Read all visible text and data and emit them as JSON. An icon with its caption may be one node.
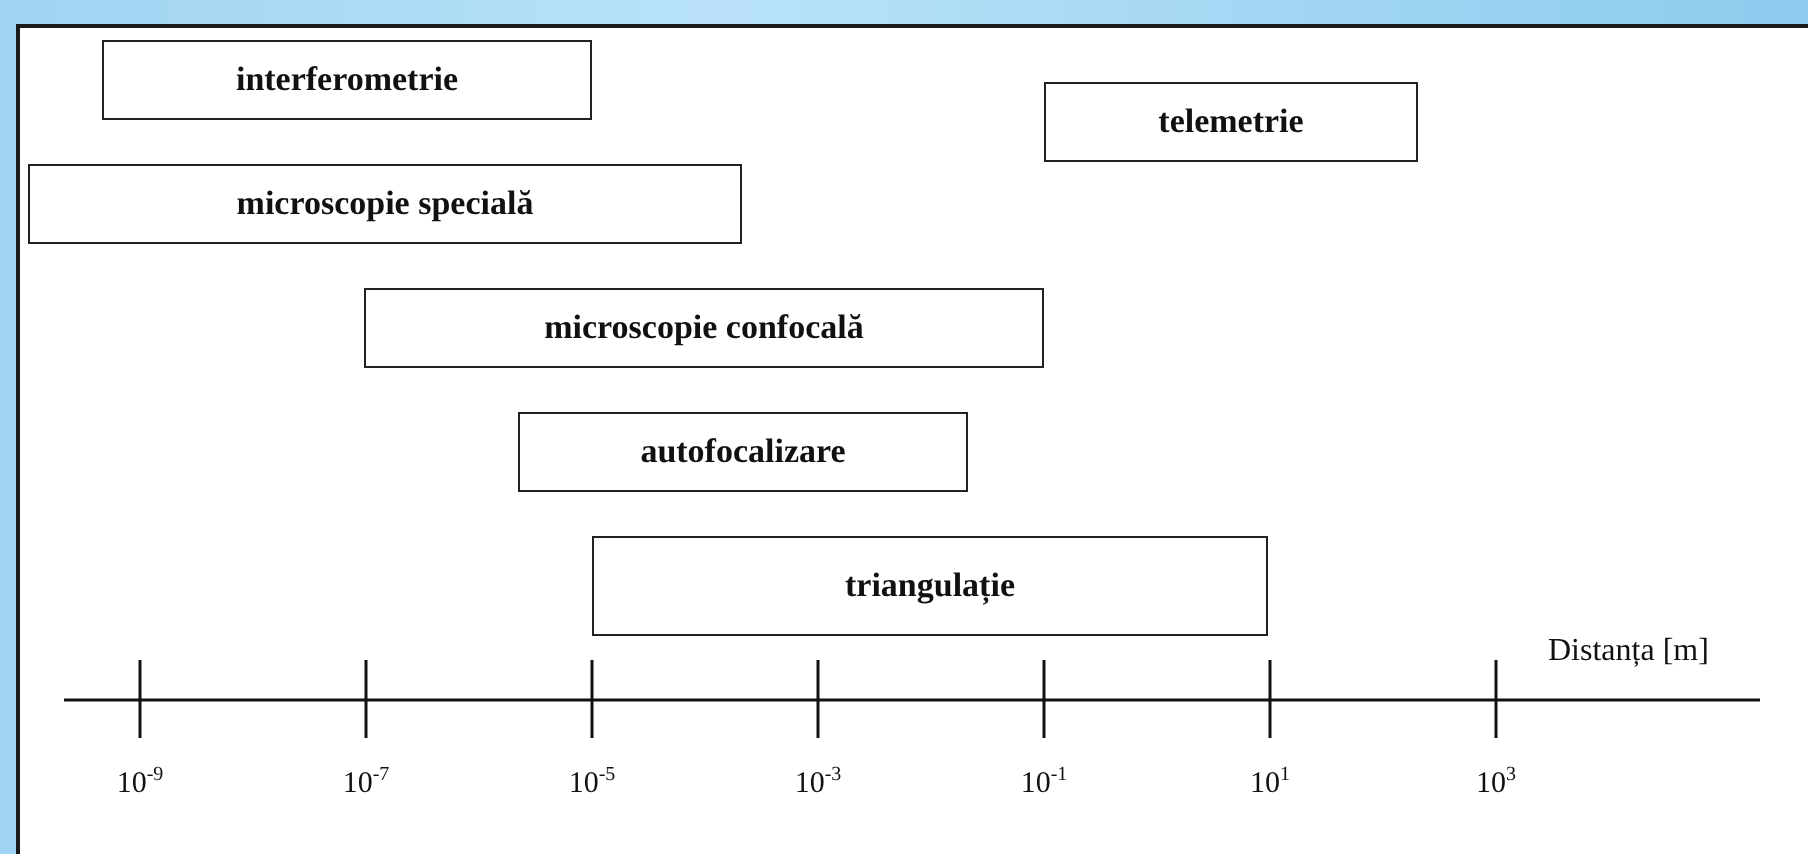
{
  "diagram": {
    "nodes": [
      {
        "text": [
          "interferometrie"
        ]
      },
      {
        "text": [
          "telemetrie"
        ]
      },
      {
        "text": [
          "microscopie specială"
        ]
      },
      {
        "text": [
          "microscopie confocală"
        ]
      },
      {
        "text": [
          "autofocalizare"
        ]
      },
      {
        "text": [
          "triangulație"
        ]
      }
    ],
    "labels": [
      "Distanța [m]",
      "10$^{-9}$",
      "10$^{-7}$",
      "10$^{-5}$",
      "10$^{-3}$",
      "10$^{-1}$",
      "10$^{1}$",
      "10$^{3}$"
    ]
  }
}
